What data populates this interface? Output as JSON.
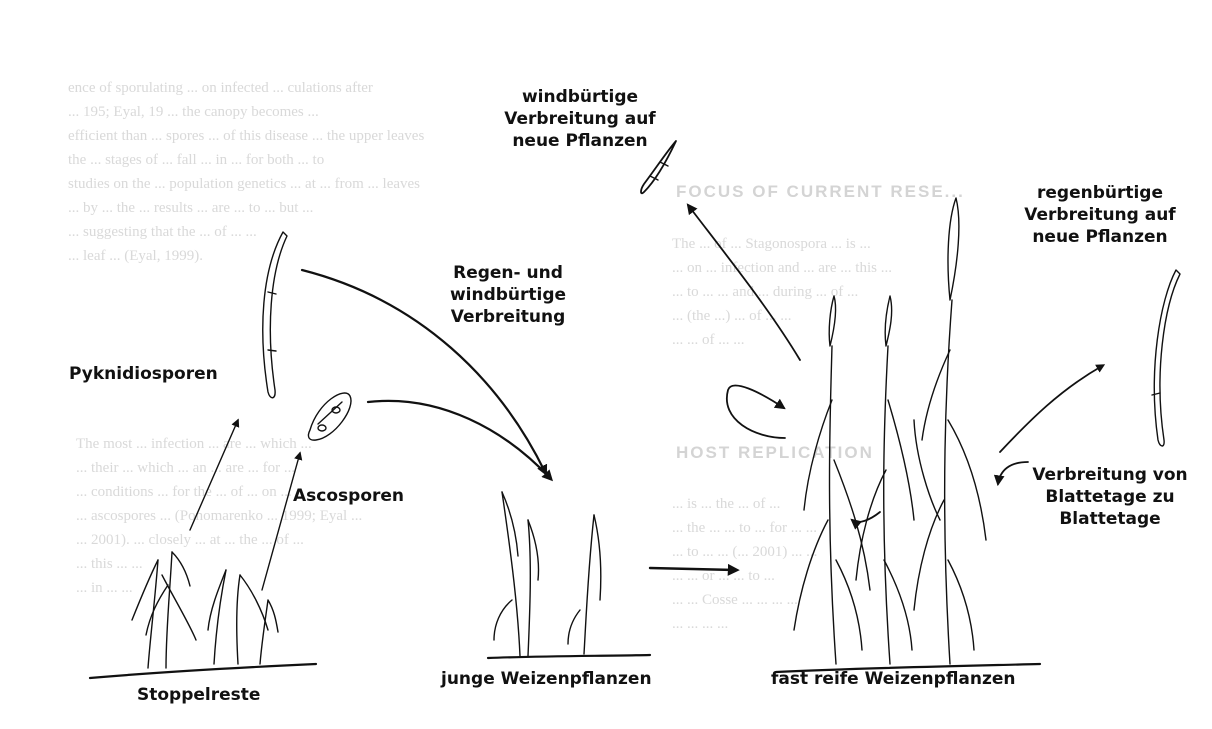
{
  "labels": {
    "pyknidiosporen": "Pyknidiosporen",
    "ascosporen": "Ascosporen",
    "stoppelreste": "Stoppelreste",
    "regen_wind": "Regen- und\nwindbürtige\nVerbreitung",
    "windbuertig": "windbürtige\nVerbreitung auf\nneue Pflanzen",
    "regenbuertig": "regenbürtige\nVerbreitung auf\nneue Pflanzen",
    "blattetage": "Verbreitung von\nBlattetage zu\nBlattetage",
    "junge": "junge Weizenpflanzen",
    "fast_reife": "fast reife Weizenpflanzen"
  },
  "background": {
    "left_column": [
      "ence of sporulating ... on infected ... culations after",
      "... 195; Eyal, 19 ... the canopy becomes ...",
      "efficient than ... spores ... of this disease ... the upper leaves",
      "the ... stages of ... fall ... in ... for both ... to",
      "studies on the ... population genetics ... at ... from ... leaves",
      "... by ... the ... results ... are ... to ... but ...",
      "... suggesting that the ... of ... ...",
      "... leaf ... (Eyal, 1999)."
    ],
    "left_column_lower": [
      "The most ... infection ... are ... which ...",
      "... their ... which ... an ... are ... for ...",
      "... conditions ... for the ... of ... on ...",
      "... ascospores ... (Ponomarenko ... 1999; Eyal ...",
      "... 2001). ... closely ... at ... the ... of ...",
      "... this ... ...",
      "... in ... ..."
    ],
    "right_heading_1": "FOCUS OF CURRENT RESE...",
    "right_heading_2": "HOST REPLICATION",
    "right_column": [
      "The ... of ... Stagonospora ... is ...",
      "... on ... infection and ... are ... this ...",
      "... to ... ... and ... during ... of ...",
      "... (the ...) ... of ... ...",
      "... ... of ... ..."
    ],
    "right_column_lower": [
      "... is ... the ... of ...",
      "... the ... ... to ... for ... ...",
      "... to ... ... (... 2001) ... ...",
      "... ... or ... ... to ...",
      "... ... Cosse ... ... ... ...",
      "... ... ... ..."
    ]
  }
}
